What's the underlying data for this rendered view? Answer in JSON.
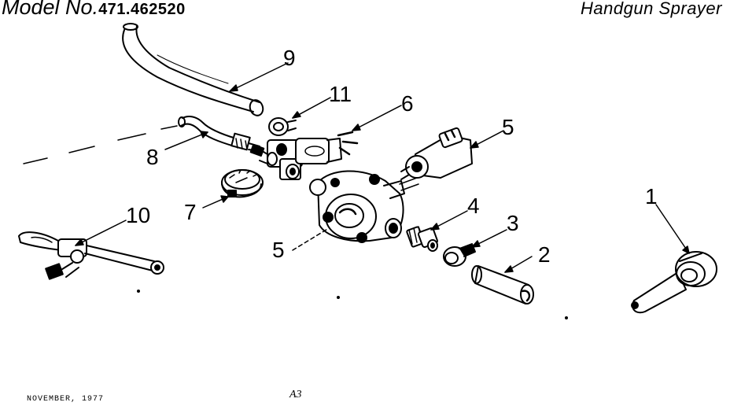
{
  "header": {
    "model_label": "Model No.",
    "model_number": "471.462520",
    "product_title": "Handgun Sprayer"
  },
  "footer": {
    "date": "NOVEMBER, 1977",
    "page": "A3"
  },
  "callouts": [
    "9",
    "11",
    "6",
    "5",
    "8",
    "7",
    "10",
    "5",
    "4",
    "3",
    "2",
    "1"
  ]
}
